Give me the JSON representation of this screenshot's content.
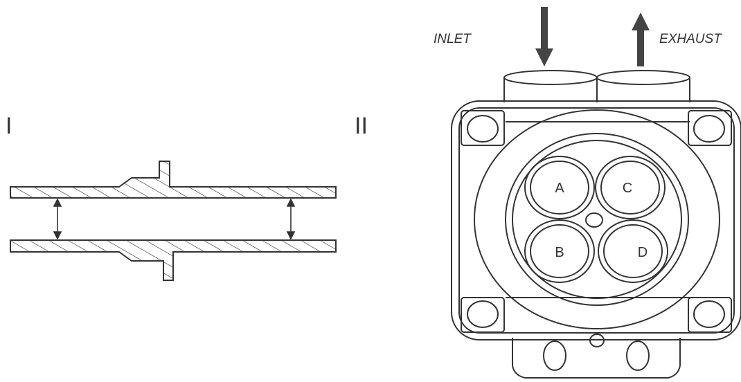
{
  "figure": {
    "panel_1_label": "I",
    "panel_2_label": "II",
    "inlet_label": "INLET",
    "exhaust_label": "EXHAUST",
    "valves": [
      "A",
      "C",
      "B",
      "D"
    ]
  }
}
